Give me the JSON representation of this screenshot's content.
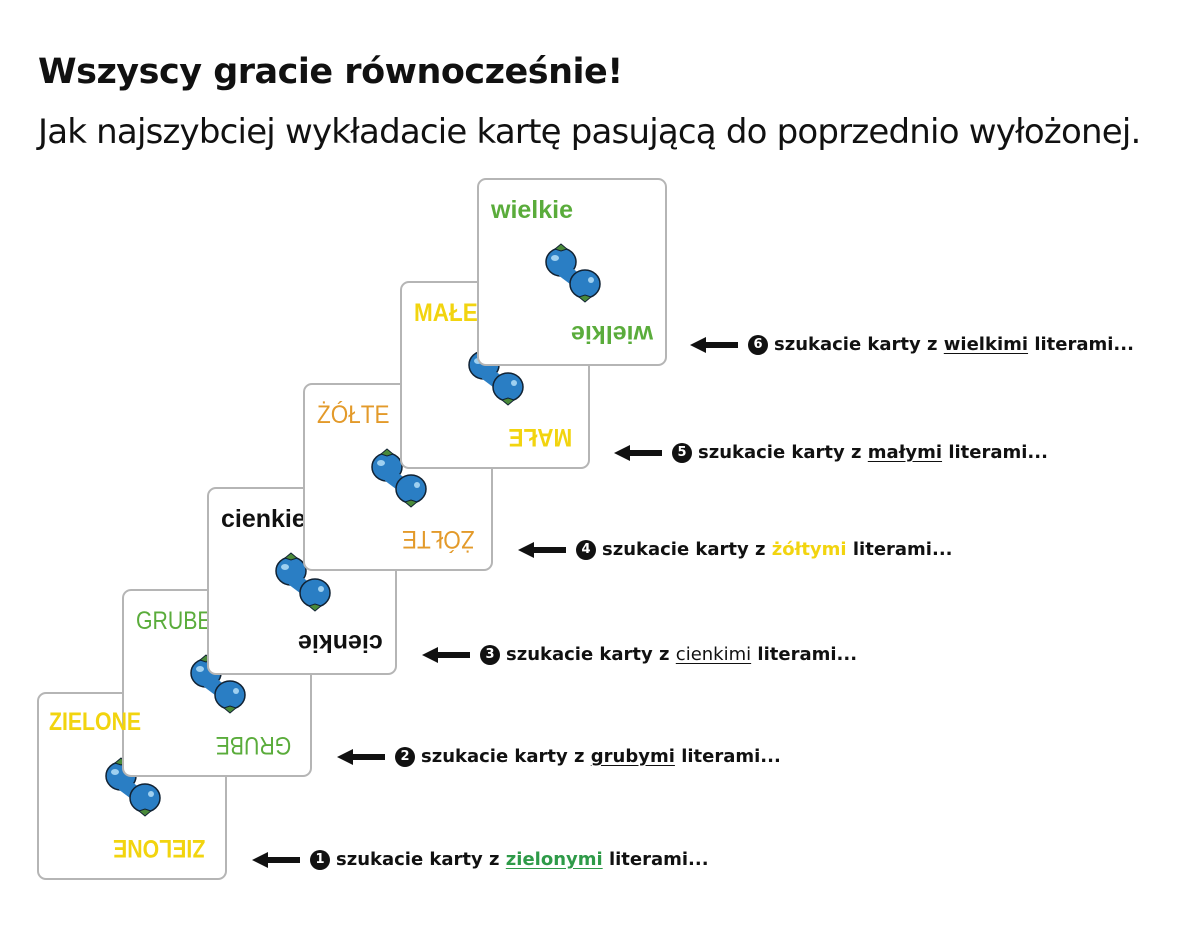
{
  "title": "Wszyscy gracie równocześnie!",
  "subtitle": "Jak najszybciej wykładacie kartę pasującą do poprzednio wyłożonej.",
  "colors": {
    "yellow": "#f2d40f",
    "green": "#5aac3b",
    "dark_green": "#2e9a48",
    "orange": "#e39a2a",
    "blue": "#2a7ec4",
    "card_border": "#b5b5b5"
  },
  "cards": [
    {
      "word": "ZIELONE"
    },
    {
      "word": "GRUBE"
    },
    {
      "word": "cienkie"
    },
    {
      "word": "ŻÓŁTE"
    },
    {
      "word": "MAŁE"
    },
    {
      "word": "wielkie"
    }
  ],
  "steps": [
    {
      "num": "1",
      "prefix": "szukacie karty z",
      "key": "zielonymi",
      "suffix": "literami..."
    },
    {
      "num": "2",
      "prefix": "szukacie karty z",
      "key": "grubymi",
      "suffix": "literami..."
    },
    {
      "num": "3",
      "prefix": "szukacie karty z",
      "key": "cienkimi",
      "suffix": "literami..."
    },
    {
      "num": "4",
      "prefix": "szukacie karty z",
      "key": "żółtymi",
      "suffix": "literami..."
    },
    {
      "num": "5",
      "prefix": "szukacie karty z",
      "key": "małymi",
      "suffix": "literami..."
    },
    {
      "num": "6",
      "prefix": "szukacie karty z",
      "key": "wielkimi",
      "suffix": "literami..."
    }
  ]
}
